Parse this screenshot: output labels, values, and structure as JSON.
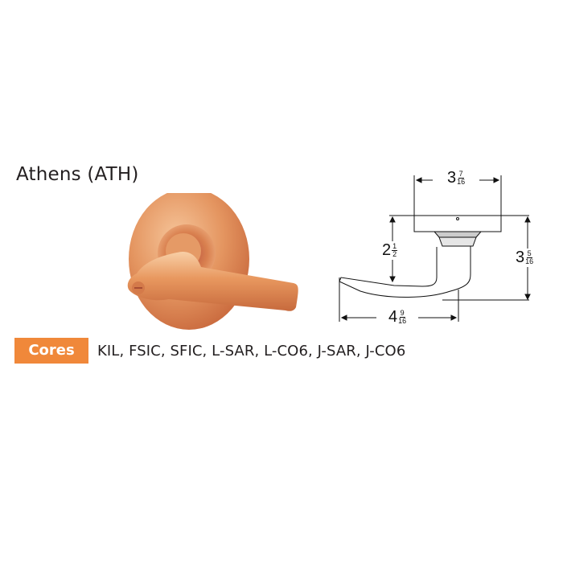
{
  "product": {
    "title": "Athens (ATH)"
  },
  "cores": {
    "label": "Cores",
    "list": "KIL, FSIC, SFIC, L-SAR, L-CO6, J-SAR, J-CO6"
  },
  "dimensions": {
    "rose_diameter": {
      "whole": "3",
      "num": "7",
      "den": "16"
    },
    "lever_projection": {
      "whole": "2",
      "num": "1",
      "den": "2"
    },
    "overall_projection": {
      "whole": "3",
      "num": "5",
      "den": "16"
    },
    "lever_length": {
      "whole": "4",
      "num": "9",
      "den": "16"
    }
  },
  "colors": {
    "accent": "#f0883a",
    "finish": "#e0894f",
    "text": "#231f20"
  }
}
